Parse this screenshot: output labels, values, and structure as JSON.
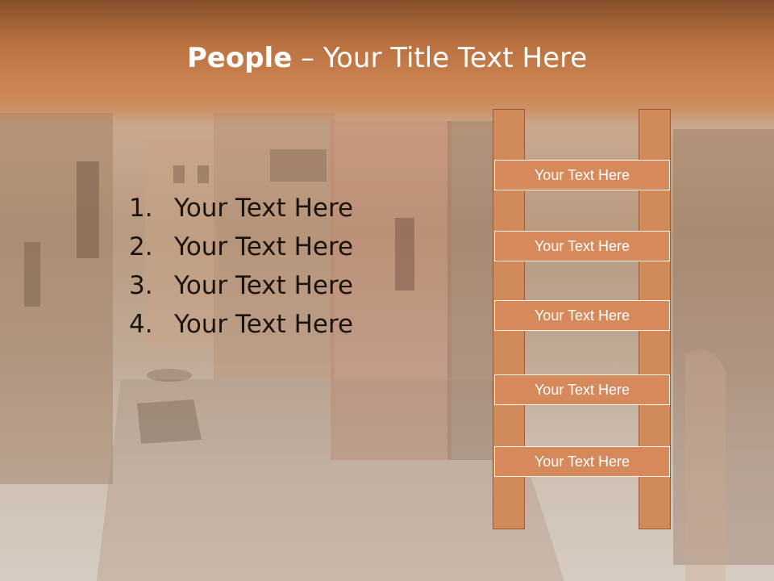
{
  "title": {
    "bold": "People",
    "rest": " – Your Title Text Here"
  },
  "list": {
    "items": [
      {
        "num": "1.",
        "text": "Your Text Here"
      },
      {
        "num": "2.",
        "text": "Your Text Here"
      },
      {
        "num": "3.",
        "text": "Your Text Here"
      },
      {
        "num": "4.",
        "text": "Your Text Here"
      }
    ]
  },
  "ladder": {
    "rungs": [
      "Your Text Here",
      "Your Text Here",
      "Your Text Here",
      "Your Text Here",
      "Your Text Here"
    ]
  },
  "colors": {
    "accent": "#d18a5a",
    "title_bar": "#c97f4c",
    "text": "#1c130d"
  }
}
